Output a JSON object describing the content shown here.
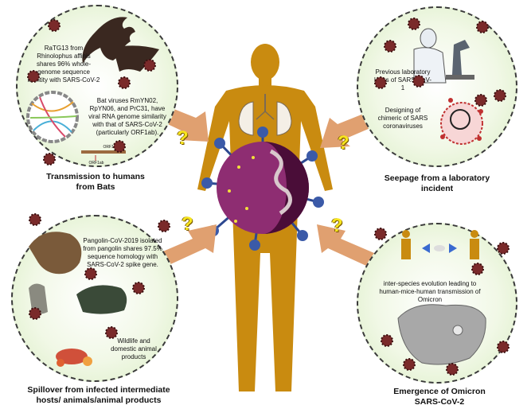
{
  "panels": {
    "bats": {
      "text1": "RaTG13 from Rhinolophus affinis shares 96% whole-genome sequence identity with SARS-CoV-2",
      "text2": "Bat viruses RmYN02, RpYN06, and PrC31, have viral RNA genome similarity with that of SARS-CoV-2 (particularly ORF1ab).",
      "orf_top": "ORF1ab",
      "orf_bottom": "ORF1ab",
      "caption": "Transmission to humans from Bats"
    },
    "lab": {
      "text1": "Previous laboratory leaks of SARS-CoV-1",
      "text2": "Designing of chimeric of SARS coronaviruses",
      "caption": "Seepage from a laboratory incident"
    },
    "spillover": {
      "text1": "Pangolin-CoV-2019 isolated from pangolin shares 97.5% sequence homology with SARS-CoV-2 spike gene.",
      "text2": "Wildlife and domestic animal products",
      "caption": "Spillover from infected intermediate hosts/ animals/animal products"
    },
    "omicron": {
      "text1": "inter-species evolution leading to human-mice-human transmission of Omicron",
      "caption": "Emergence of Omicron SARS-CoV-2"
    }
  },
  "question_mark": "?",
  "colors": {
    "body": "#c98b10",
    "virus": "#8e2d72",
    "spike": "#3b5aa8",
    "arrow": "#e0a070",
    "circle_fill": "#d9edc3"
  }
}
